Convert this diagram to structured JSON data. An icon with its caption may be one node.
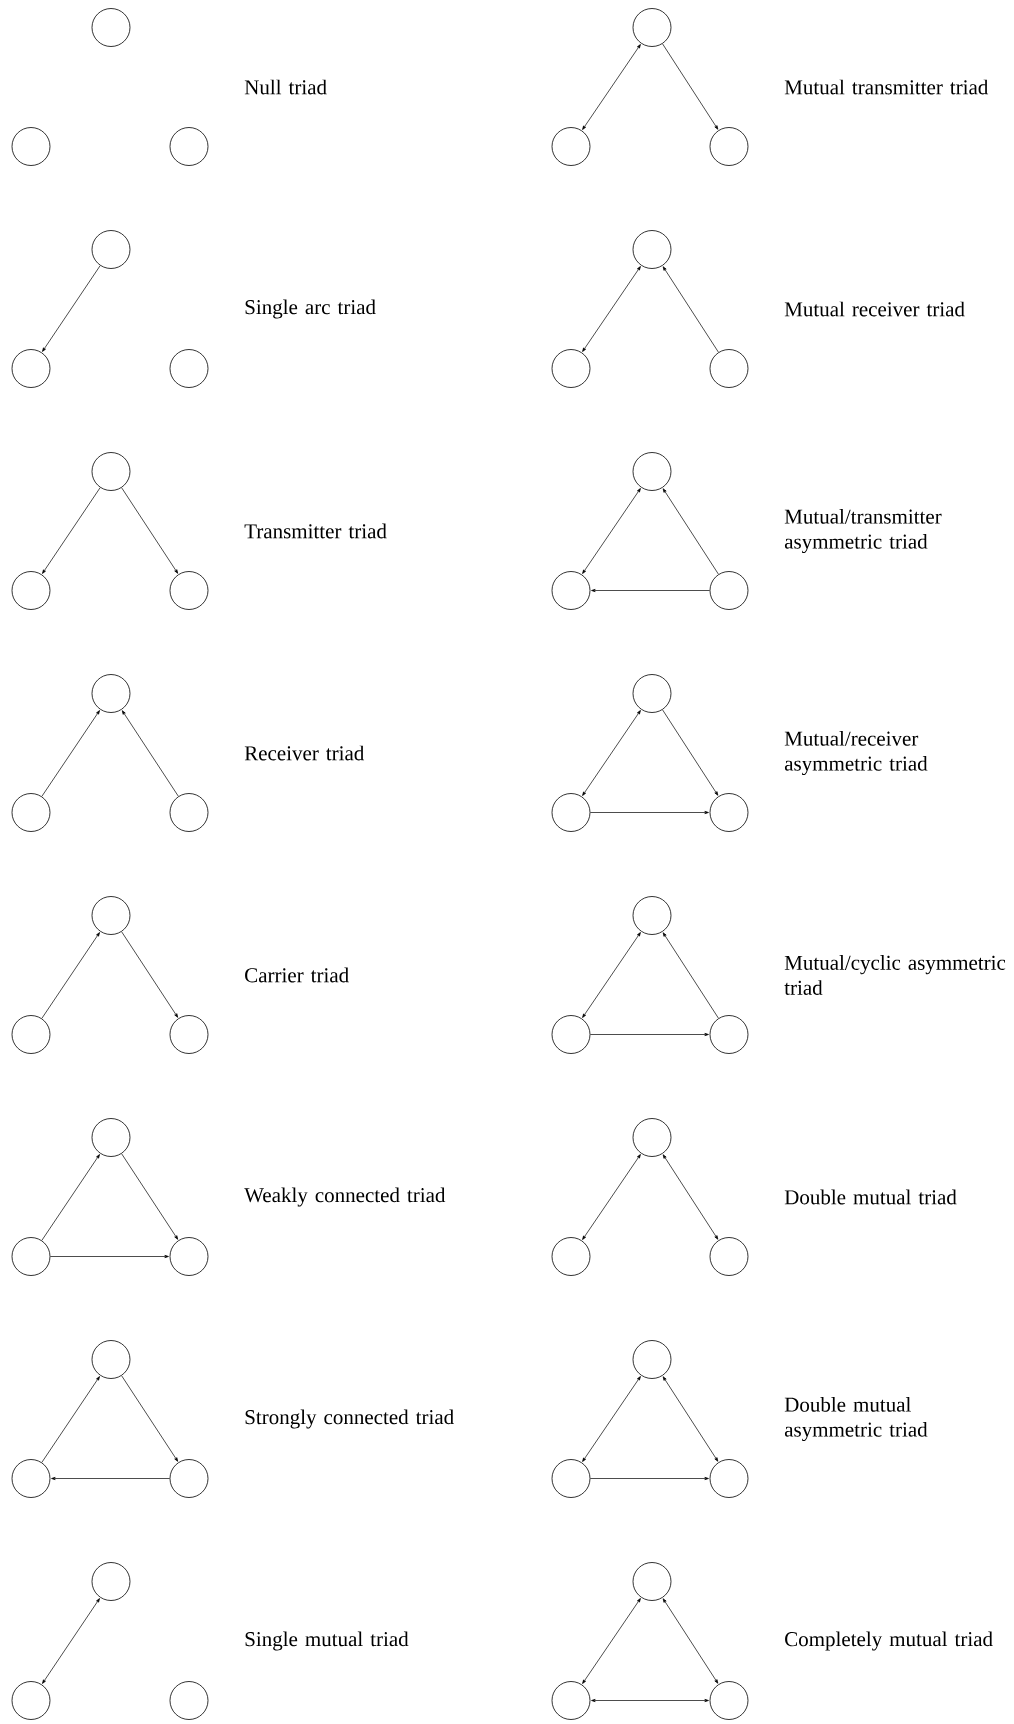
{
  "diagram": {
    "nodes": [
      {
        "text": [],
        "shape": "circle"
      },
      {
        "text": [],
        "shape": "circle"
      },
      {
        "text": [],
        "shape": "circle"
      },
      {
        "text": [],
        "shape": "circle"
      },
      {
        "text": [],
        "shape": "circle"
      },
      {
        "text": [],
        "shape": "circle"
      },
      {
        "text": [],
        "shape": "circle"
      },
      {
        "text": [],
        "shape": "circle"
      },
      {
        "text": [],
        "shape": "circle"
      },
      {
        "text": [],
        "shape": "circle"
      },
      {
        "text": [],
        "shape": "circle"
      },
      {
        "text": [],
        "shape": "circle"
      },
      {
        "text": [],
        "shape": "circle"
      },
      {
        "text": [],
        "shape": "circle"
      },
      {
        "text": [],
        "shape": "circle"
      },
      {
        "text": [],
        "shape": "circle"
      },
      {
        "text": [],
        "shape": "circle"
      },
      {
        "text": [],
        "shape": "circle"
      },
      {
        "text": [],
        "shape": "circle"
      },
      {
        "text": [],
        "shape": "circle"
      },
      {
        "text": [],
        "shape": "circle"
      },
      {
        "text": [],
        "shape": "circle"
      },
      {
        "text": [],
        "shape": "circle"
      },
      {
        "text": [],
        "shape": "circle"
      },
      {
        "text": [],
        "shape": "circle"
      },
      {
        "text": [],
        "shape": "circle"
      },
      {
        "text": [],
        "shape": "circle"
      },
      {
        "text": [],
        "shape": "circle"
      },
      {
        "text": [],
        "shape": "circle"
      },
      {
        "text": [],
        "shape": "circle"
      },
      {
        "text": [],
        "shape": "circle"
      },
      {
        "text": [],
        "shape": "circle"
      },
      {
        "text": [],
        "shape": "circle"
      },
      {
        "text": [],
        "shape": "circle"
      },
      {
        "text": [],
        "shape": "circle"
      },
      {
        "text": [],
        "shape": "circle"
      },
      {
        "text": [],
        "shape": "circle"
      },
      {
        "text": [],
        "shape": "circle"
      },
      {
        "text": [],
        "shape": "circle"
      },
      {
        "text": [],
        "shape": "circle"
      },
      {
        "text": [],
        "shape": "circle"
      },
      {
        "text": [],
        "shape": "circle"
      },
      {
        "text": [],
        "shape": "circle"
      },
      {
        "text": [],
        "shape": "circle"
      },
      {
        "text": [],
        "shape": "circle"
      },
      {
        "text": [],
        "shape": "circle"
      },
      {
        "text": [],
        "shape": "circle"
      },
      {
        "text": [],
        "shape": "circle"
      }
    ],
    "edges": [
      {
        "from": 3,
        "to": 4,
        "arrow": "both"
      },
      {
        "from": 3,
        "to": 5,
        "arrow": "to"
      },
      {
        "from": 6,
        "to": 7,
        "arrow": "to"
      },
      {
        "from": 9,
        "to": 10,
        "arrow": "both"
      },
      {
        "from": 11,
        "to": 9,
        "arrow": "to"
      },
      {
        "from": 12,
        "to": 13,
        "arrow": "to"
      },
      {
        "from": 12,
        "to": 14,
        "arrow": "to"
      },
      {
        "from": 15,
        "to": 16,
        "arrow": "both"
      },
      {
        "from": 17,
        "to": 15,
        "arrow": "to"
      },
      {
        "from": 17,
        "to": 16,
        "arrow": "to"
      },
      {
        "from": 19,
        "to": 18,
        "arrow": "to"
      },
      {
        "from": 20,
        "to": 18,
        "arrow": "to"
      },
      {
        "from": 21,
        "to": 22,
        "arrow": "both"
      },
      {
        "from": 21,
        "to": 23,
        "arrow": "to"
      },
      {
        "from": 22,
        "to": 23,
        "arrow": "to"
      },
      {
        "from": 25,
        "to": 24,
        "arrow": "to"
      },
      {
        "from": 24,
        "to": 26,
        "arrow": "to"
      },
      {
        "from": 27,
        "to": 28,
        "arrow": "both"
      },
      {
        "from": 29,
        "to": 27,
        "arrow": "to"
      },
      {
        "from": 28,
        "to": 29,
        "arrow": "to"
      },
      {
        "from": 31,
        "to": 30,
        "arrow": "to"
      },
      {
        "from": 30,
        "to": 32,
        "arrow": "to"
      },
      {
        "from": 31,
        "to": 32,
        "arrow": "to"
      },
      {
        "from": 33,
        "to": 34,
        "arrow": "both"
      },
      {
        "from": 33,
        "to": 35,
        "arrow": "both"
      },
      {
        "from": 37,
        "to": 36,
        "arrow": "to"
      },
      {
        "from": 36,
        "to": 38,
        "arrow": "to"
      },
      {
        "from": 38,
        "to": 37,
        "arrow": "to"
      },
      {
        "from": 39,
        "to": 40,
        "arrow": "both"
      },
      {
        "from": 39,
        "to": 41,
        "arrow": "both"
      },
      {
        "from": 40,
        "to": 41,
        "arrow": "to"
      },
      {
        "from": 42,
        "to": 43,
        "arrow": "both"
      },
      {
        "from": 45,
        "to": 46,
        "arrow": "both"
      },
      {
        "from": 45,
        "to": 47,
        "arrow": "both"
      },
      {
        "from": 46,
        "to": 47,
        "arrow": "both"
      }
    ],
    "labels": [
      "Null triad",
      "Mutual transmitter triad",
      "Single arc triad",
      "Mutual receiver triad",
      "Transmitter triad",
      "Mutual/transmitter asymmetric triad",
      "Receiver triad",
      "Mutual/receiver asymmetric triad",
      "Carrier triad",
      "Mutual/cyclic asymmetric triad",
      "Weakly connected triad",
      "Double mutual triad",
      "Strongly connected triad",
      "Double mutual asymmetric triad",
      "Single mutual triad",
      "Completely mutual triad"
    ]
  }
}
